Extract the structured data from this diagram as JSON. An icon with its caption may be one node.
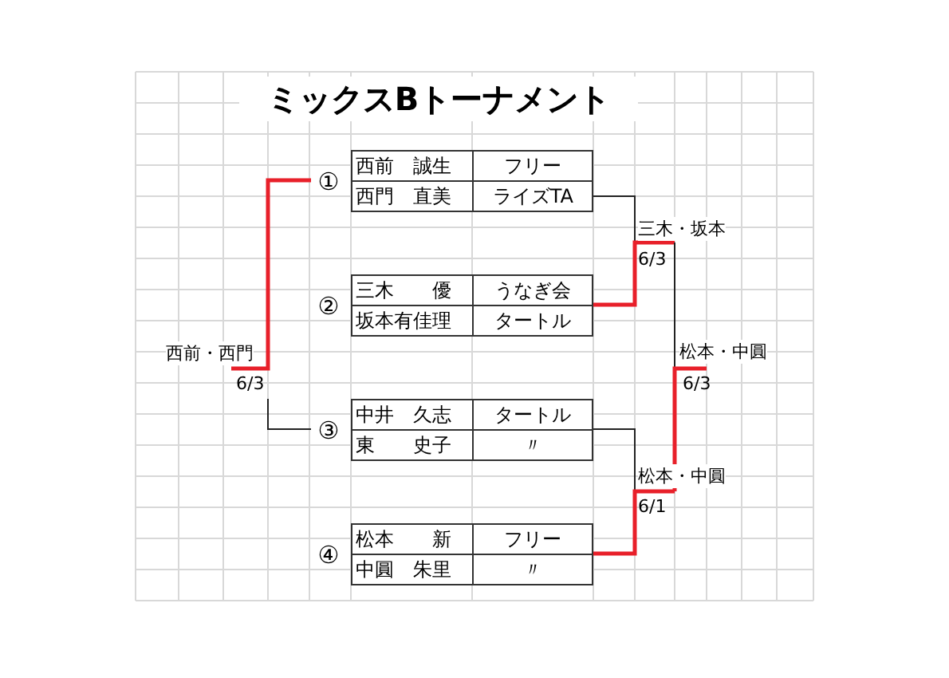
{
  "diagram": {
    "title": "ミックスBトーナメント",
    "nodes": [
      {
        "text": [
          "西前　誠生",
          "フリー",
          "西門　直美",
          "ライズTA"
        ],
        "beside": [
          "①"
        ]
      },
      {
        "text": [
          "三木・坂本"
        ],
        "beside": [
          "6/3"
        ]
      },
      {
        "text": [
          "三木　　優",
          "うなぎ会",
          "坂本有佳理",
          "タートル"
        ],
        "beside": [
          "②"
        ]
      },
      {
        "text": [
          "西前・西門"
        ],
        "beside": [
          "6/3"
        ]
      },
      {
        "text": [
          "松本・中圓"
        ],
        "beside": [
          "6/3"
        ]
      },
      {
        "text": [
          "中井　久志",
          "タートル",
          "東　　史子",
          "〃"
        ],
        "beside": [
          "③"
        ]
      },
      {
        "text": [
          "松本・中圓"
        ],
        "beside": [
          "6/1"
        ]
      },
      {
        "text": [
          "松本　　新",
          "フリー",
          "中圓　朱里",
          "〃"
        ],
        "beside": [
          "④"
        ]
      }
    ],
    "edges": [
      {
        "from": 0,
        "to": 1,
        "arrow": "none"
      },
      {
        "from": 2,
        "to": 1,
        "arrow": "none",
        "style": "thick",
        "color": "#e8202a"
      },
      {
        "from": 5,
        "to": 6,
        "arrow": "none"
      },
      {
        "from": 7,
        "to": 6,
        "arrow": "none",
        "style": "thick",
        "color": "#e8202a"
      },
      {
        "from": 1,
        "to": 4,
        "arrow": "none"
      },
      {
        "from": 6,
        "to": 4,
        "arrow": "none",
        "style": "thick",
        "color": "#e8202a"
      },
      {
        "from": 0,
        "to": 3,
        "arrow": "none",
        "style": "thick",
        "color": "#e8202a"
      },
      {
        "from": 5,
        "to": 3,
        "arrow": "none"
      }
    ]
  }
}
